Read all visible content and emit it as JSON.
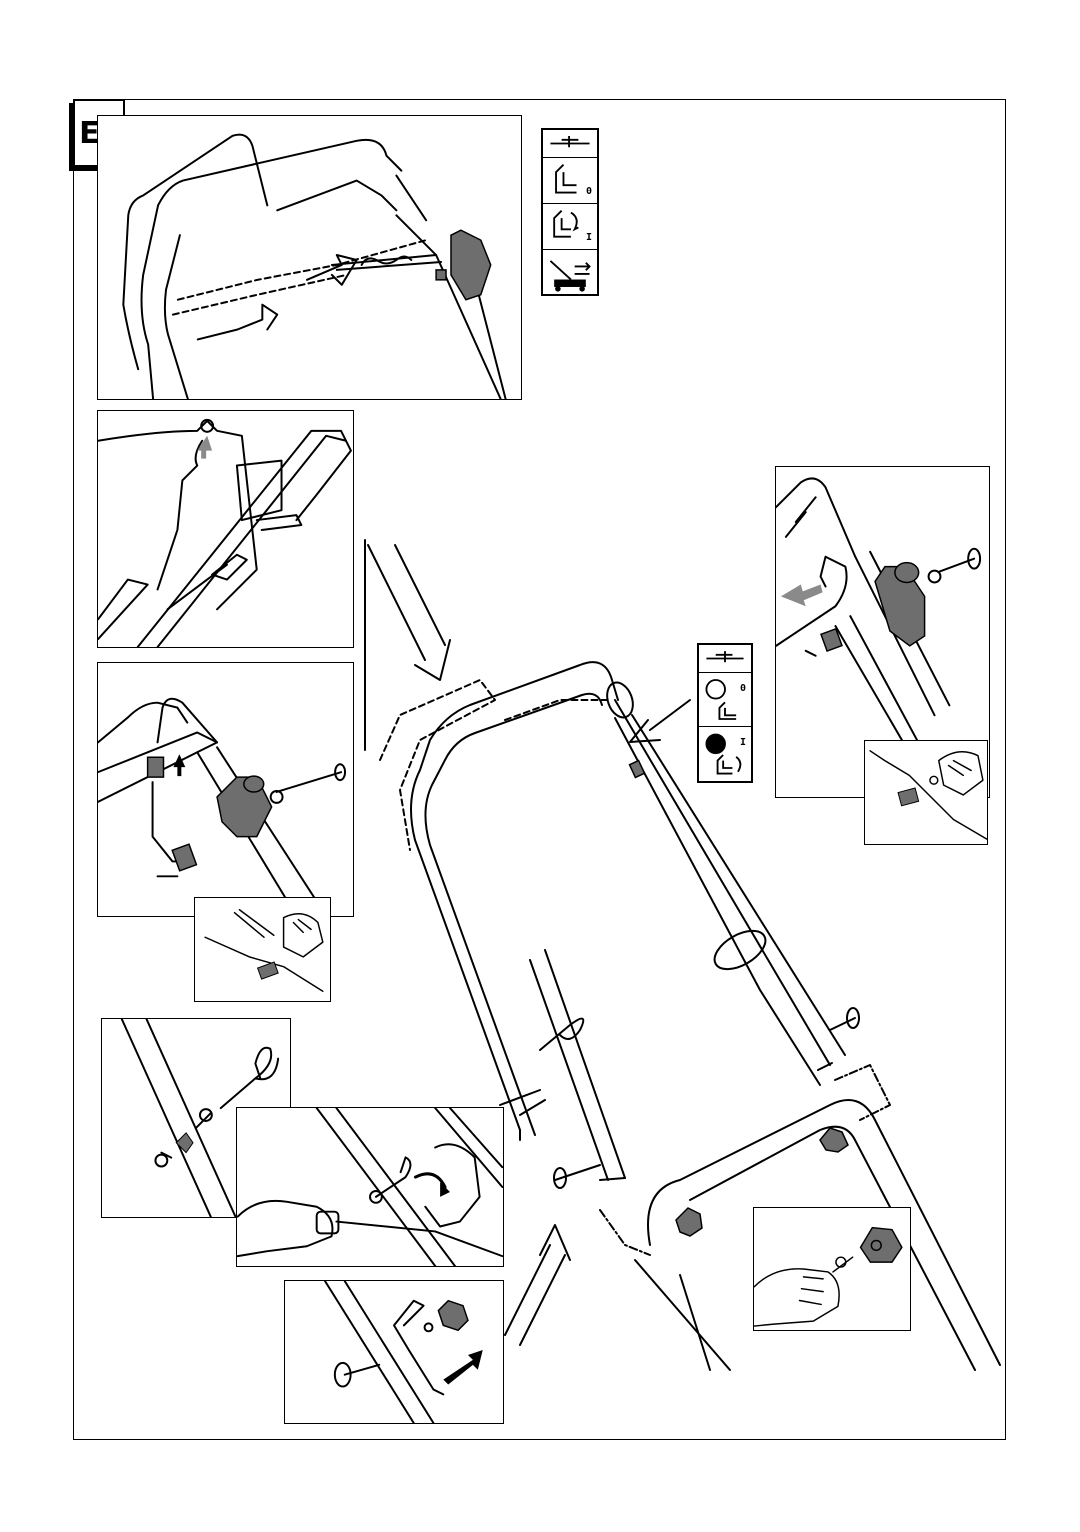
{
  "section": {
    "label": "EII"
  },
  "legend_top": {
    "items": [
      {
        "icon": "throttle-lever-icon",
        "mark": ""
      },
      {
        "icon": "stop-lever-icon",
        "mark": "0"
      },
      {
        "icon": "run-lever-icon",
        "mark": "I"
      },
      {
        "icon": "drive-mower-icon",
        "mark": ""
      }
    ]
  },
  "legend_mid": {
    "items": [
      {
        "icon": "throttle-lever-icon",
        "mark": ""
      },
      {
        "icon": "engine-stop-icon",
        "mark": "0"
      },
      {
        "icon": "engine-run-icon",
        "mark": "I"
      }
    ]
  },
  "colors": {
    "line": "#000000",
    "part_fill": "#6e6e6e",
    "hand_fill": "#ffffff",
    "arrow_grey": "#8a8a8a"
  }
}
